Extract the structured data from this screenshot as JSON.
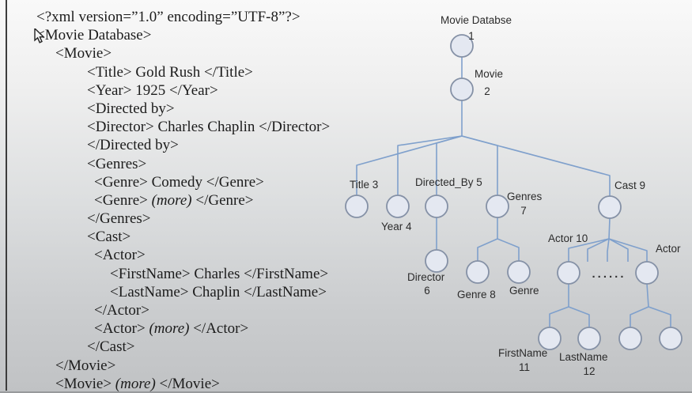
{
  "xml_code": {
    "lines": [
      {
        "indent": 0,
        "parts": [
          {
            "t": "<?xml version=”1.0” encoding=”UTF-8”?>"
          }
        ]
      },
      {
        "indent": 0,
        "parts": [
          {
            "t": "<Movie Database>"
          }
        ]
      },
      {
        "indent": 1,
        "parts": [
          {
            "t": "<Movie>"
          }
        ]
      },
      {
        "indent": 2,
        "parts": [
          {
            "t": "<Title> Gold Rush </Title>"
          }
        ]
      },
      {
        "indent": 2,
        "parts": [
          {
            "t": "<Year> 1925 </Year>"
          }
        ]
      },
      {
        "indent": 2,
        "parts": [
          {
            "t": "<Directed by>"
          }
        ]
      },
      {
        "indent": 2,
        "parts": [
          {
            "t": "<Director> Charles Chaplin </Director>"
          }
        ]
      },
      {
        "indent": 2,
        "parts": [
          {
            "t": "</Directed by>"
          }
        ]
      },
      {
        "indent": 2,
        "parts": [
          {
            "t": "<Genres>"
          }
        ]
      },
      {
        "indent": 3,
        "parts": [
          {
            "t": "<Genre> Comedy </Genre>"
          }
        ]
      },
      {
        "indent": 3,
        "parts": [
          {
            "t": "<Genre> "
          },
          {
            "t": "(more)",
            "i": true
          },
          {
            "t": " </Genre>"
          }
        ]
      },
      {
        "indent": 2,
        "parts": [
          {
            "t": "</Genres>"
          }
        ]
      },
      {
        "indent": 2,
        "parts": [
          {
            "t": "<Cast>"
          }
        ]
      },
      {
        "indent": 3,
        "parts": [
          {
            "t": "<Actor>"
          }
        ]
      },
      {
        "indent": 4,
        "parts": [
          {
            "t": "<FirstName> Charles </FirstName>"
          }
        ]
      },
      {
        "indent": 4,
        "parts": [
          {
            "t": "<LastName> Chaplin </LastName>"
          }
        ]
      },
      {
        "indent": 3,
        "parts": [
          {
            "t": "</Actor>"
          }
        ]
      },
      {
        "indent": 3,
        "parts": [
          {
            "t": "<Actor> "
          },
          {
            "t": "(more)",
            "i": true
          },
          {
            "t": " </Actor>"
          }
        ]
      },
      {
        "indent": 2,
        "parts": [
          {
            "t": "</Cast>"
          }
        ]
      },
      {
        "indent": 1,
        "parts": [
          {
            "t": "</Movie>"
          }
        ]
      },
      {
        "indent": 1,
        "parts": [
          {
            "t": "<Movie> "
          },
          {
            "t": "(more)",
            "i": true
          },
          {
            "t": " </Movie>"
          }
        ]
      }
    ]
  },
  "tree": {
    "nodes": [
      {
        "key": "movie_database",
        "label": "Movie Databse",
        "number": "1"
      },
      {
        "key": "movie",
        "label": "Movie",
        "number": "2"
      },
      {
        "key": "title",
        "label": "Title 3"
      },
      {
        "key": "year",
        "label": "Year 4"
      },
      {
        "key": "directed_by",
        "label": "Directed_By 5"
      },
      {
        "key": "genres",
        "label": "Genres",
        "number": "7"
      },
      {
        "key": "cast",
        "label": "Cast 9"
      },
      {
        "key": "director",
        "label": "Director",
        "number": "6"
      },
      {
        "key": "genre_8",
        "label": "Genre 8"
      },
      {
        "key": "genre_more",
        "label": "Genre"
      },
      {
        "key": "actor_10",
        "label": "Actor 10"
      },
      {
        "key": "actor_more",
        "label": "Actor"
      },
      {
        "key": "firstname",
        "label": "FirstName",
        "number": "11"
      },
      {
        "key": "lastname",
        "label": "LastName",
        "number": "12"
      },
      {
        "key": "actor_more_child1",
        "label": ""
      },
      {
        "key": "actor_more_child2",
        "label": ""
      }
    ],
    "ellipsis": "......"
  },
  "colors": {
    "tree_line": "#7fa0cc",
    "node_fill": "#e4e8f1",
    "node_stroke": "#8591a6",
    "code_text": "#1c1c1c",
    "tree_text": "#2b2b2b"
  }
}
